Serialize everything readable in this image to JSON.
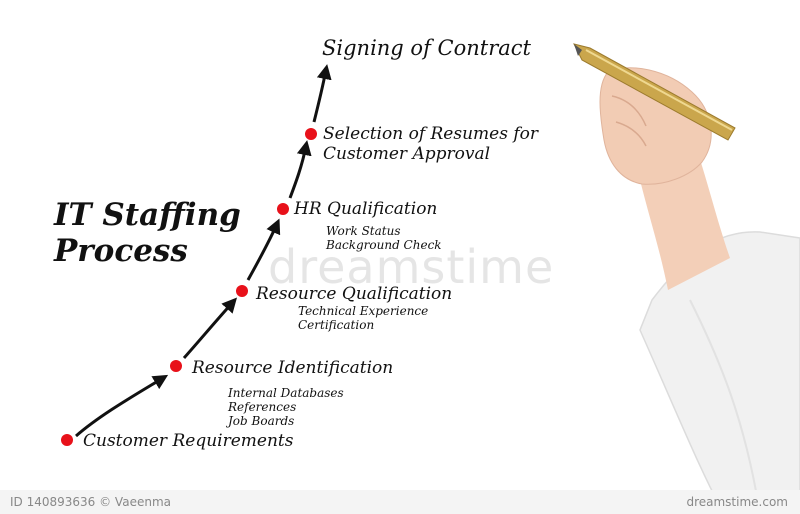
{
  "title": {
    "line1": "IT Staffing",
    "line2": "Process"
  },
  "steps": [
    {
      "label": "Customer Requirements",
      "details": []
    },
    {
      "label": "Resource Identification",
      "details": [
        "Internal Databases",
        "References",
        "Job Boards"
      ]
    },
    {
      "label": "Resource Qualification",
      "details": [
        "Technical Experience",
        "Certification"
      ]
    },
    {
      "label": "HR Qualification",
      "details": [
        "Work Status",
        "Background Check"
      ]
    },
    {
      "label": "Selection of Resumes for",
      "label2": "Customer Approval",
      "details": []
    }
  ],
  "final_step": {
    "label": "Signing of Contract"
  },
  "watermark": {
    "text": "dreamstime",
    "id_text": "ID 140893636 © Vaeenma",
    "site": "dreamstime.com"
  },
  "colors": {
    "dot": "#e8111a",
    "ink": "#111111",
    "pen_gold": "#c8a44a",
    "sleeve": "#f2f2f2",
    "skin": "#f2cdb6"
  },
  "icons": {
    "pen": "pen-icon",
    "hand": "hand-illustration"
  }
}
